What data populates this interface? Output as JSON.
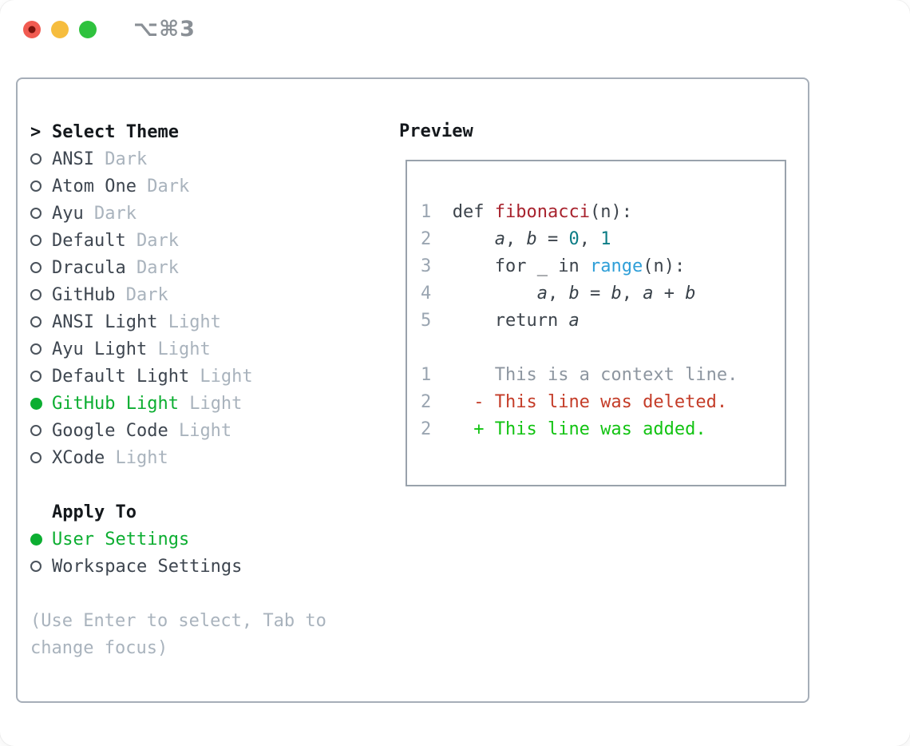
{
  "window": {
    "title_shortcut": "⌥⌘3"
  },
  "traffic_lights": {
    "close_color": "#f15b51",
    "close_dot_color": "#7a130c",
    "minimize_color": "#f6bd3e",
    "zoom_color": "#2fc23e"
  },
  "theme_picker": {
    "prompt_marker": ">",
    "title": "Select Theme",
    "themes": [
      {
        "name": "ANSI",
        "variant": "Dark",
        "selected": false
      },
      {
        "name": "Atom One",
        "variant": "Dark",
        "selected": false
      },
      {
        "name": "Ayu",
        "variant": "Dark",
        "selected": false
      },
      {
        "name": "Default",
        "variant": "Dark",
        "selected": false
      },
      {
        "name": "Dracula",
        "variant": "Dark",
        "selected": false
      },
      {
        "name": "GitHub",
        "variant": "Dark",
        "selected": false
      },
      {
        "name": "ANSI Light",
        "variant": "Light",
        "selected": false
      },
      {
        "name": "Ayu Light",
        "variant": "Light",
        "selected": false
      },
      {
        "name": "Default Light",
        "variant": "Light",
        "selected": false
      },
      {
        "name": "GitHub Light",
        "variant": "Light",
        "selected": true
      },
      {
        "name": "Google Code",
        "variant": "Light",
        "selected": false
      },
      {
        "name": "XCode",
        "variant": "Light",
        "selected": false
      }
    ],
    "apply_to": {
      "title": "Apply To",
      "options": [
        {
          "label": "User Settings",
          "selected": true
        },
        {
          "label": "Workspace Settings",
          "selected": false
        }
      ]
    },
    "hint_lines": [
      "(Use Enter to select, Tab to",
      "change focus)"
    ]
  },
  "preview": {
    "title": "Preview",
    "lines": [
      {
        "num": "1",
        "segments": [
          [
            "p",
            "  "
          ],
          [
            "k",
            "def "
          ],
          [
            "f",
            "fibonacci"
          ],
          [
            "p",
            "(n):"
          ]
        ]
      },
      {
        "num": "2",
        "segments": [
          [
            "p",
            "      "
          ],
          [
            "v",
            "a"
          ],
          [
            "p",
            ", "
          ],
          [
            "v",
            "b"
          ],
          [
            "p",
            " = "
          ],
          [
            "n",
            "0"
          ],
          [
            "p",
            ", "
          ],
          [
            "n",
            "1"
          ]
        ]
      },
      {
        "num": "3",
        "segments": [
          [
            "p",
            "      "
          ],
          [
            "k",
            "for "
          ],
          [
            "p",
            "_ "
          ],
          [
            "k",
            "in "
          ],
          [
            "b",
            "range"
          ],
          [
            "p",
            "(n):"
          ]
        ]
      },
      {
        "num": "4",
        "segments": [
          [
            "p",
            "          "
          ],
          [
            "v",
            "a"
          ],
          [
            "p",
            ", "
          ],
          [
            "v",
            "b"
          ],
          [
            "p",
            " = "
          ],
          [
            "v",
            "b"
          ],
          [
            "p",
            ", "
          ],
          [
            "v",
            "a"
          ],
          [
            "p",
            " + "
          ],
          [
            "v",
            "b"
          ]
        ]
      },
      {
        "num": "5",
        "segments": [
          [
            "p",
            "      "
          ],
          [
            "k",
            "return "
          ],
          [
            "v",
            "a"
          ]
        ]
      },
      {
        "num": "",
        "segments": []
      },
      {
        "num": "1",
        "segments": [
          [
            "x",
            "      This is a context line."
          ]
        ]
      },
      {
        "num": "2",
        "segments": [
          [
            "x",
            "    "
          ],
          [
            "d",
            "- This line was deleted."
          ]
        ]
      },
      {
        "num": "2",
        "segments": [
          [
            "x",
            "    "
          ],
          [
            "a",
            "+ This line was added."
          ]
        ]
      }
    ]
  },
  "colors": {
    "panel_border": "#a6aeb8",
    "preview_border": "#99a2ac",
    "heading_text": "#14181c",
    "item_text": "#3e4650",
    "muted_text": "#a9b3bd",
    "selected_green": "#0cae31",
    "ring_gray": "#4b535c",
    "title_gray": "#8a9096",
    "code_plain": "#3d444c",
    "code_keyword": "#3d444c",
    "code_function": "#a8232e",
    "code_variable": "#39424a",
    "code_number": "#0b7c85",
    "code_builtin": "#2f9fd8",
    "line_number": "#9aa5b1",
    "diff_context": "#8d96a0",
    "diff_deleted": "#c43c28",
    "diff_added": "#12c312"
  }
}
